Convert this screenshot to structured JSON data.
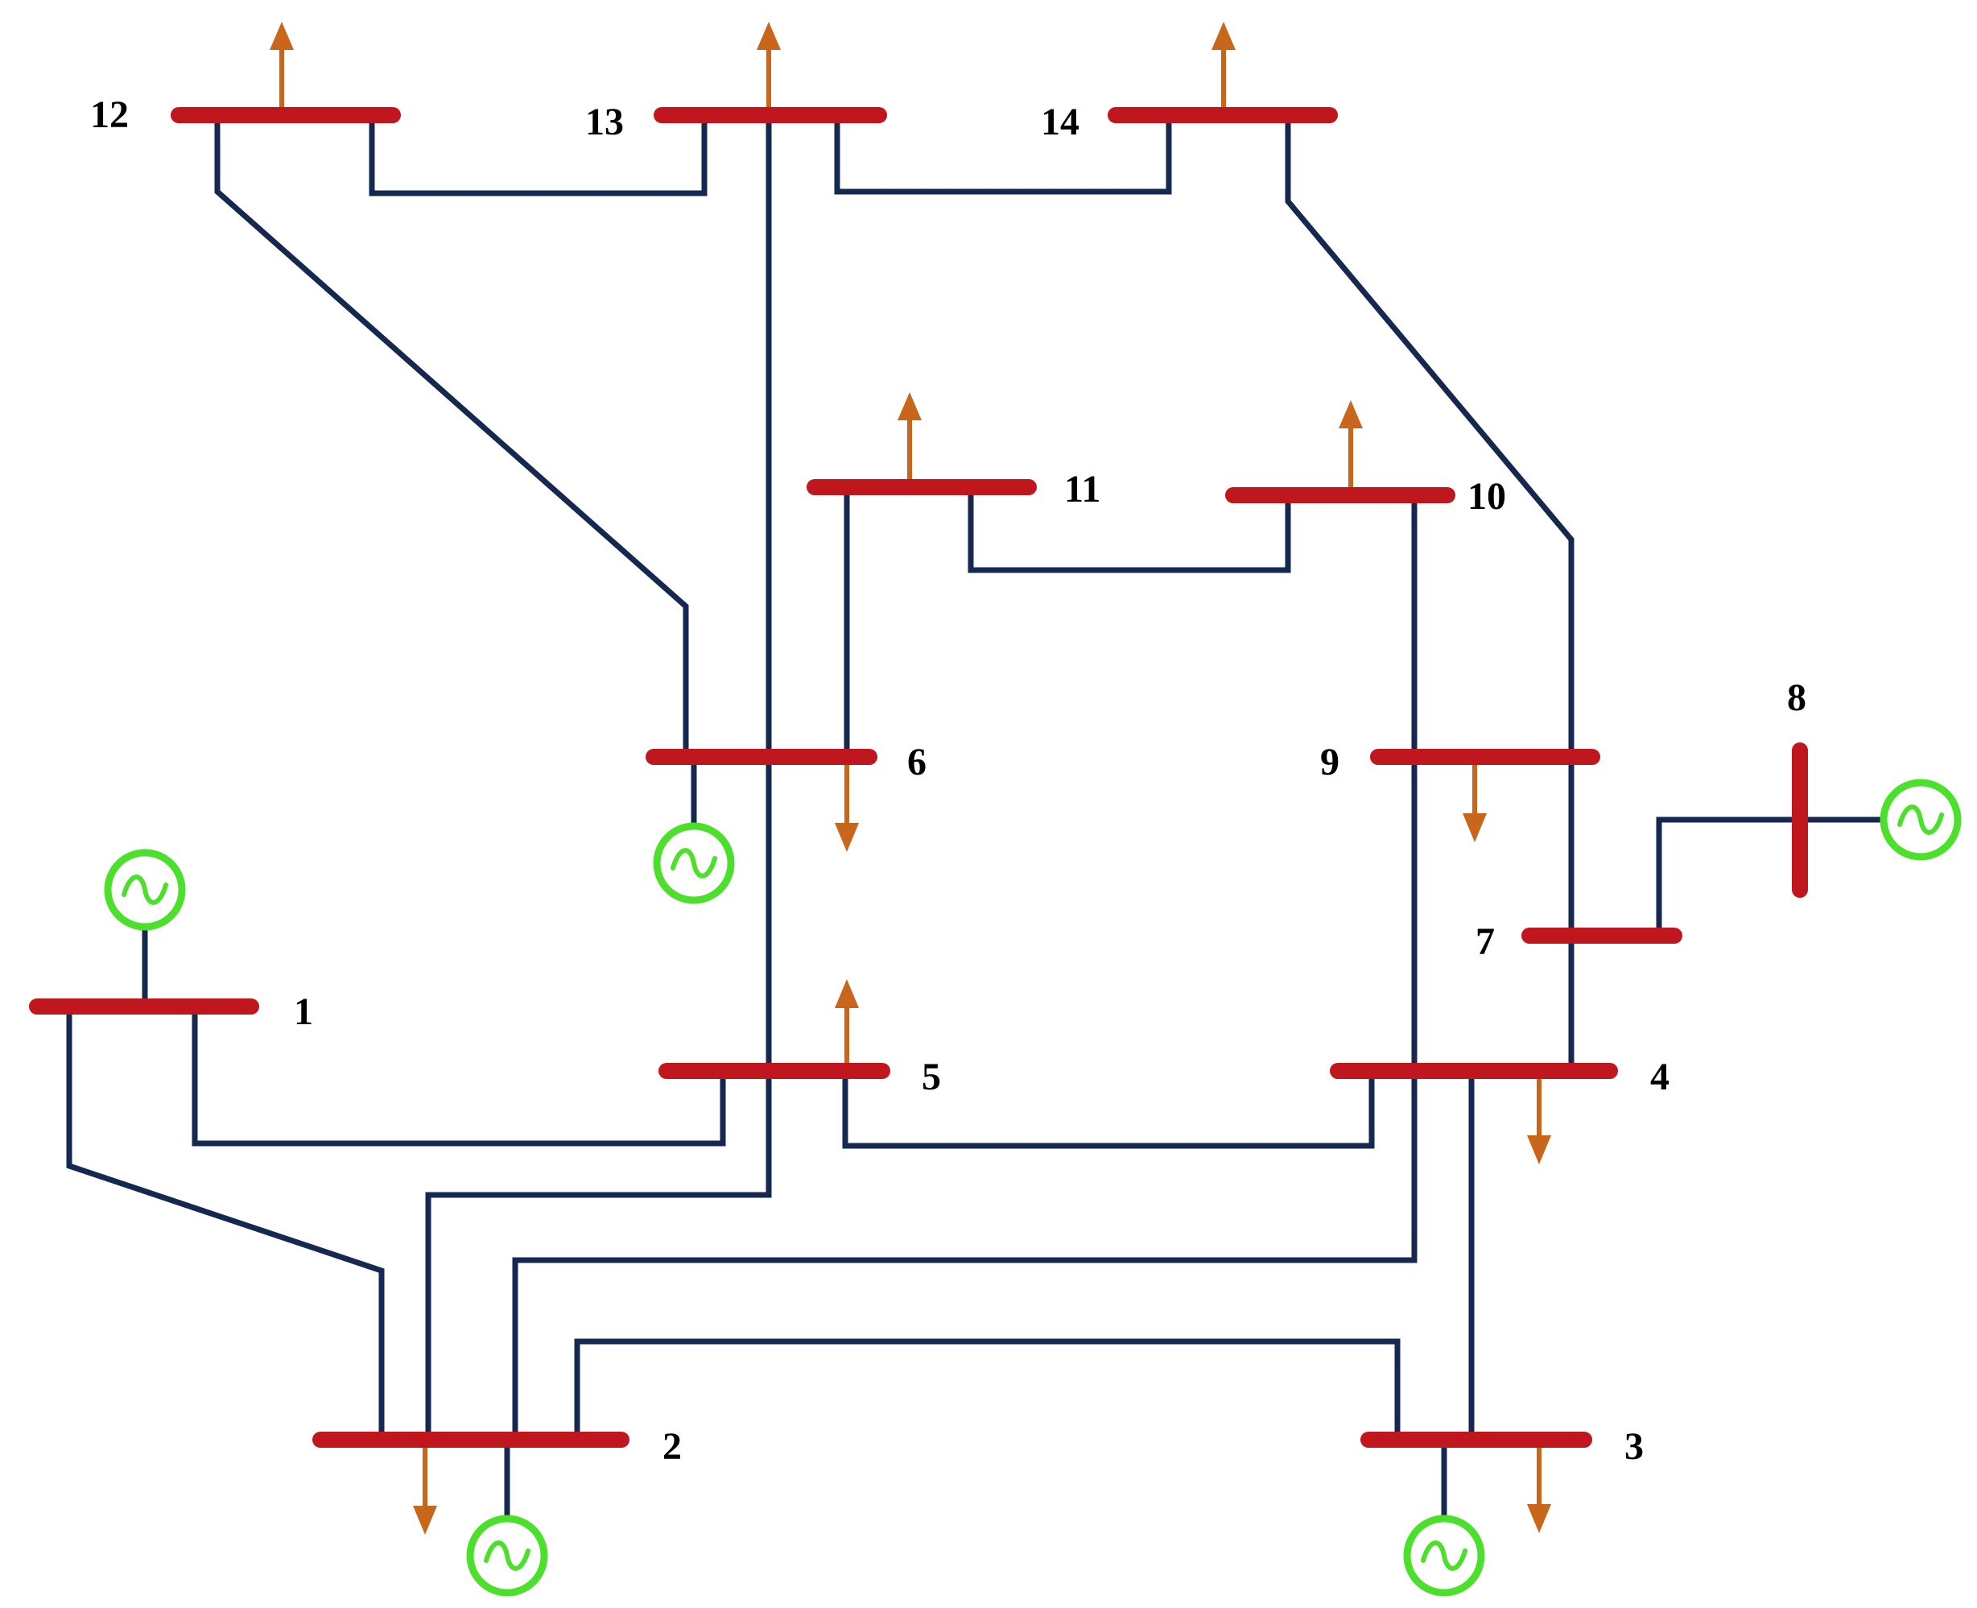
{
  "colors": {
    "bus": "#c0161e",
    "line": "#142850",
    "load": "#c8661c",
    "generator": "#4ce02c"
  },
  "buses": [
    {
      "id": "bus-1",
      "label": "1"
    },
    {
      "id": "bus-2",
      "label": "2"
    },
    {
      "id": "bus-3",
      "label": "3"
    },
    {
      "id": "bus-4",
      "label": "4"
    },
    {
      "id": "bus-5",
      "label": "5"
    },
    {
      "id": "bus-6",
      "label": "6"
    },
    {
      "id": "bus-7",
      "label": "7"
    },
    {
      "id": "bus-8",
      "label": "8"
    },
    {
      "id": "bus-9",
      "label": "9"
    },
    {
      "id": "bus-10",
      "label": "10"
    },
    {
      "id": "bus-11",
      "label": "11"
    },
    {
      "id": "bus-12",
      "label": "12"
    },
    {
      "id": "bus-13",
      "label": "13"
    },
    {
      "id": "bus-14",
      "label": "14"
    }
  ],
  "branches": [
    [
      "1",
      "2"
    ],
    [
      "1",
      "5"
    ],
    [
      "2",
      "3"
    ],
    [
      "2",
      "4"
    ],
    [
      "2",
      "5"
    ],
    [
      "3",
      "4"
    ],
    [
      "4",
      "5"
    ],
    [
      "4",
      "7"
    ],
    [
      "4",
      "9"
    ],
    [
      "5",
      "6"
    ],
    [
      "6",
      "11"
    ],
    [
      "6",
      "12"
    ],
    [
      "6",
      "13"
    ],
    [
      "7",
      "8"
    ],
    [
      "7",
      "9"
    ],
    [
      "9",
      "10"
    ],
    [
      "9",
      "14"
    ],
    [
      "10",
      "11"
    ],
    [
      "12",
      "13"
    ],
    [
      "13",
      "14"
    ]
  ],
  "generators": [
    "1",
    "2",
    "3",
    "6",
    "8"
  ],
  "loads": [
    "2",
    "3",
    "4",
    "5",
    "6",
    "9",
    "10",
    "11",
    "12",
    "13",
    "14"
  ]
}
